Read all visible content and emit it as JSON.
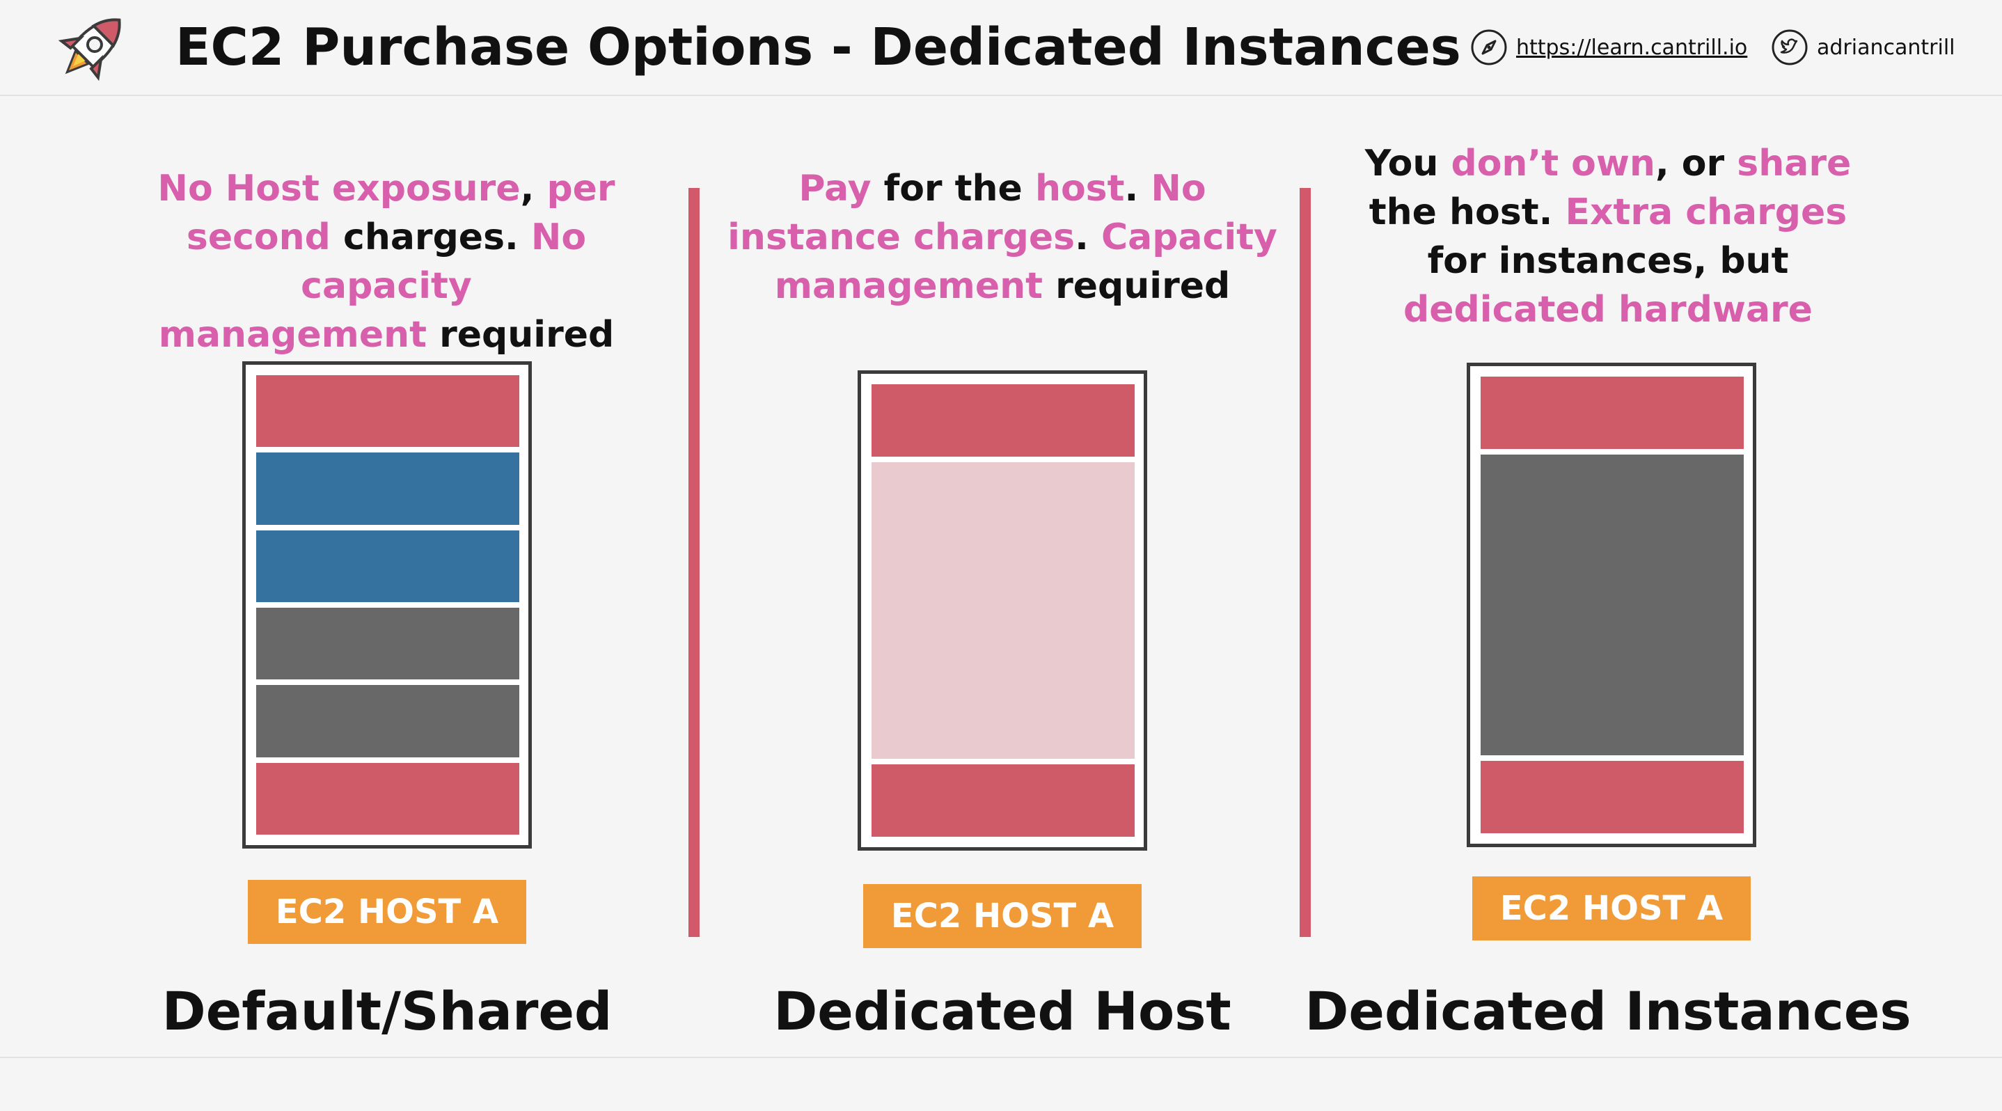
{
  "header": {
    "title": "EC2 Purchase Options - Dedicated Instances",
    "site_link": "https://learn.cantrill.io",
    "twitter_handle": "adriancantrill",
    "icons": [
      "rocket-logo-icon",
      "compass-icon",
      "twitter-bird-icon"
    ]
  },
  "columns": [
    {
      "id": "default-shared",
      "description": [
        [
          {
            "t": "No Host exposure",
            "hl": true
          },
          {
            "t": ", ",
            "hl": false
          },
          {
            "t": "per",
            "hl": true
          }
        ],
        [
          {
            "t": "second",
            "hl": true
          },
          {
            "t": " charges. ",
            "hl": false
          },
          {
            "t": "No capacity",
            "hl": true
          }
        ],
        [
          {
            "t": "management",
            "hl": true
          },
          {
            "t": " required",
            "hl": false
          }
        ]
      ],
      "host_slots": [
        "red",
        "blue",
        "blue",
        "gray",
        "gray",
        "red"
      ],
      "host_label": "EC2 HOST A",
      "caption": "Default/Shared"
    },
    {
      "id": "dedicated-host",
      "description": [
        [
          {
            "t": "Pay",
            "hl": true
          },
          {
            "t": " for the ",
            "hl": false
          },
          {
            "t": "host",
            "hl": true
          },
          {
            "t": ". ",
            "hl": false
          },
          {
            "t": "No",
            "hl": true
          }
        ],
        [
          {
            "t": "instance charges",
            "hl": true
          },
          {
            "t": ". ",
            "hl": false
          },
          {
            "t": "Capacity",
            "hl": true
          }
        ],
        [
          {
            "t": "management",
            "hl": true
          },
          {
            "t": " required",
            "hl": false
          }
        ]
      ],
      "host_slots": [
        "red",
        "pink",
        "red"
      ],
      "host_label": "EC2 HOST A",
      "caption": "Dedicated Host"
    },
    {
      "id": "dedicated-instances",
      "description": [
        [
          {
            "t": "You ",
            "hl": false
          },
          {
            "t": "don’t own",
            "hl": true
          },
          {
            "t": ", or ",
            "hl": false
          },
          {
            "t": "share",
            "hl": true
          }
        ],
        [
          {
            "t": "the host. ",
            "hl": false
          },
          {
            "t": "Extra charges",
            "hl": true
          }
        ],
        [
          {
            "t": "for instances, but",
            "hl": false
          }
        ],
        [
          {
            "t": "dedicated hardware",
            "hl": true
          }
        ]
      ],
      "host_slots": [
        "red",
        "gray",
        "red"
      ],
      "host_label": "EC2 HOST A",
      "caption": "Dedicated Instances"
    }
  ],
  "colors": {
    "highlight": "#d85fab",
    "divider": "#d1596a",
    "slot_red": "#d05b68",
    "slot_blue": "#3672a0",
    "slot_gray": "#686868",
    "slot_pink": "#e9cbcf",
    "label_bg": "#f09b38"
  }
}
